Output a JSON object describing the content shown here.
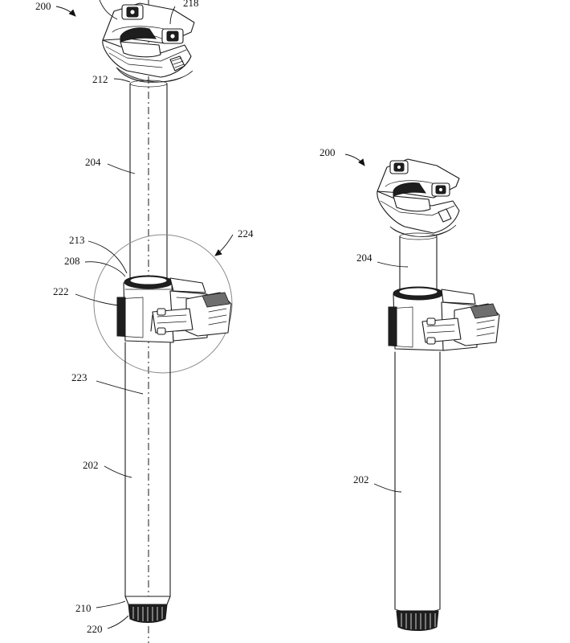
{
  "figure": {
    "left_view": {
      "labels": {
        "ref_200": "200",
        "ref_218": "218",
        "ref_212": "212",
        "ref_204": "204",
        "ref_224": "224",
        "ref_213": "213",
        "ref_208": "208",
        "ref_222": "222",
        "ref_223": "223",
        "ref_202": "202",
        "ref_210": "210",
        "ref_220": "220"
      }
    },
    "right_view": {
      "labels": {
        "ref_200": "200",
        "ref_204": "204",
        "ref_202": "202"
      }
    }
  }
}
